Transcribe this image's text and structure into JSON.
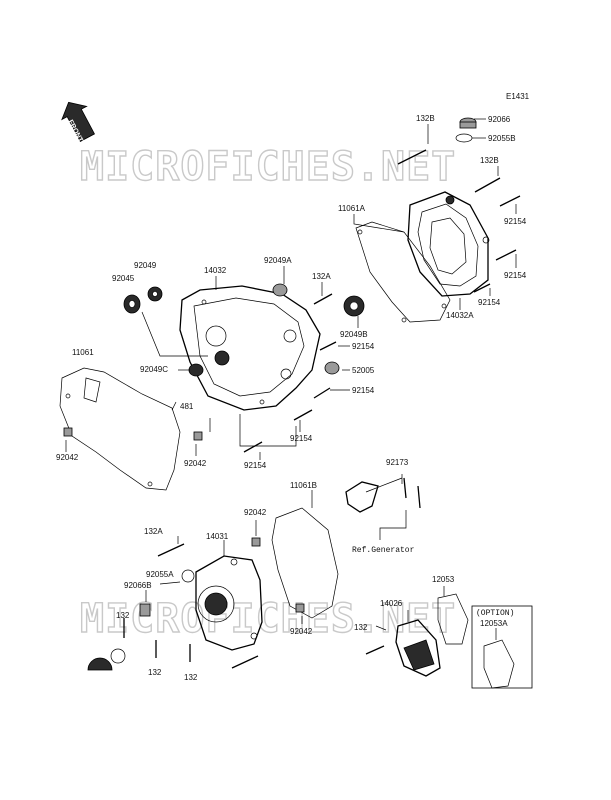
{
  "diagram_code": "E1431",
  "front_tag": "FRONT",
  "watermark": "MICROFICHES.NET",
  "ref_generator": "Ref.Generator",
  "option_label": "(OPTION)",
  "labels": {
    "p132B_top": "132B",
    "p92066": "92066",
    "p92055B": "92055B",
    "p132B_right": "132B",
    "p11061A": "11061A",
    "p92154_r1": "92154",
    "p92154_r2": "92154",
    "p92154_r3": "92154",
    "p14032A": "14032A",
    "p92049_top": "92049",
    "p92045": "92045",
    "p14032": "14032",
    "p92049A": "92049A",
    "p132A_top": "132A",
    "p92049B": "92049B",
    "p92154_m1": "92154",
    "p11061": "11061",
    "p92049C": "92049C",
    "p52005": "52005",
    "p92154_m2": "92154",
    "p481": "481",
    "p92154_m3": "92154",
    "p92042_left": "92042",
    "p92042_mid": "92042",
    "p92154_bottom": "92154",
    "p92173": "92173",
    "p11061B": "11061B",
    "p92042_low": "92042",
    "p132A_low": "132A",
    "p14031": "14031",
    "p92055A": "92055A",
    "p92066B": "92066B",
    "p12053": "12053",
    "p132_a": "132",
    "p14026": "14026",
    "p132_b": "132",
    "p92042_bottom": "92042",
    "p12053A": "12053A",
    "p132_c": "132",
    "p132_d": "132"
  }
}
